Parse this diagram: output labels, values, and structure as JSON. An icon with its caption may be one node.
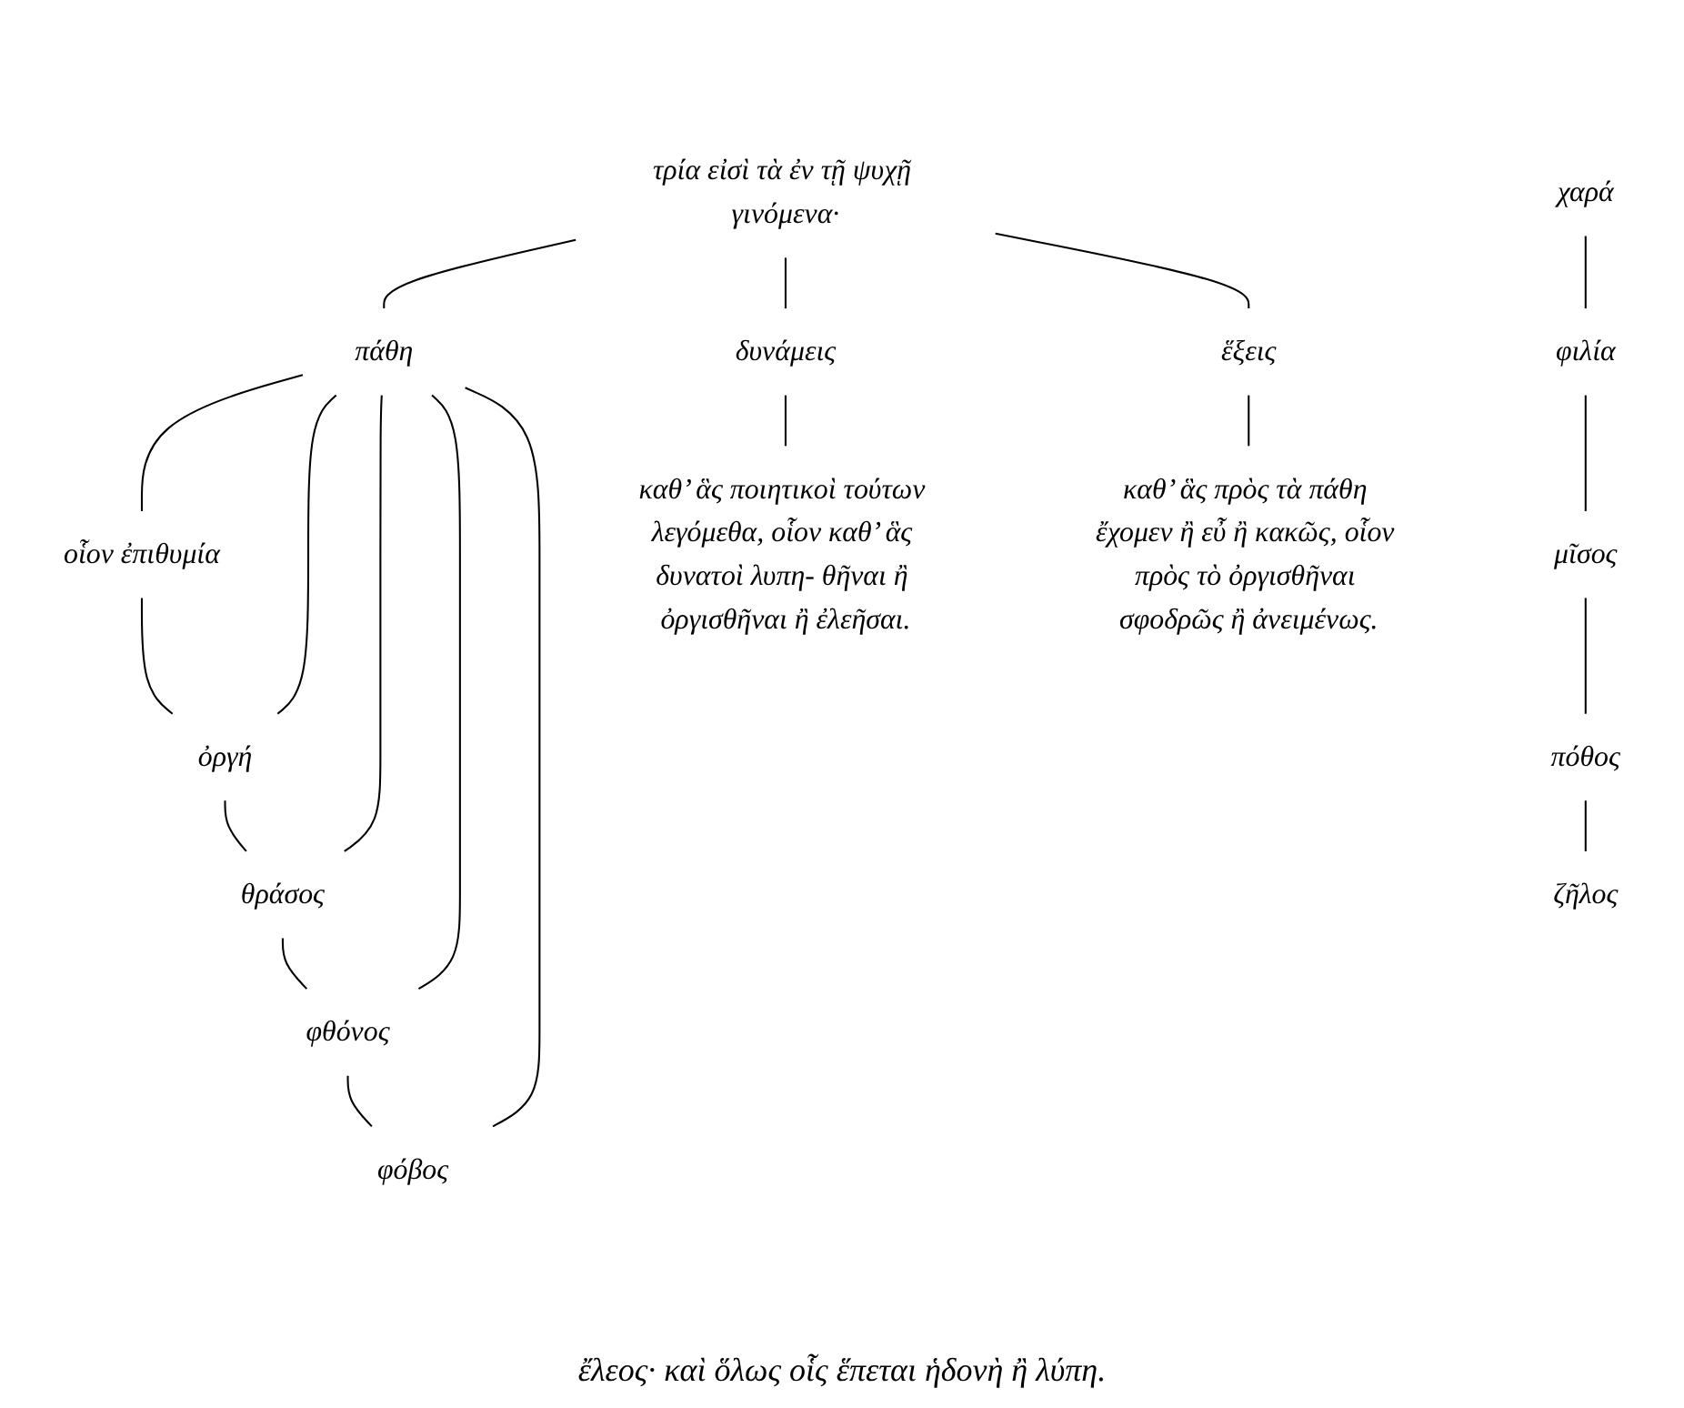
{
  "diagram": {
    "nodes": [
      {
        "text": [
          "τρία εἰσὶ τὰ ἐν τῇ ψυχῇ γινόμενα·"
        ]
      },
      {
        "text": [
          "πάθη"
        ]
      },
      {
        "text": [
          "δυνάμεις"
        ]
      },
      {
        "text": [
          "ἕξεις"
        ]
      },
      {
        "text": [
          "καθ’ ἃς ποιητικοὶ τούτων λεγόμεθα, οἷον καθ’ ἃς δυνατοὶ λυπη- θῆναι ἢ ὀργισθῆναι ἢ ἐλεῆσαι."
        ]
      },
      {
        "text": [
          "καθ’ ἃς πρὸς τὰ πάθη ἔχομεν ἢ εὖ ἢ κακῶς, οἷον πρὸς τὸ ὀργισθῆναι σφοδρῶς ἢ ἀνειμένως."
        ]
      },
      {
        "text": [
          "οἷον ἐπιθυμία"
        ]
      },
      {
        "text": [
          "ὀργή"
        ]
      },
      {
        "text": [
          "θράσος"
        ]
      },
      {
        "text": [
          "φθόνος"
        ]
      },
      {
        "text": [
          "φόβος"
        ]
      },
      {
        "text": [
          "χαρά"
        ]
      },
      {
        "text": [
          "φιλία"
        ]
      },
      {
        "text": [
          "μῖσος"
        ]
      },
      {
        "text": [
          "πόθος"
        ]
      },
      {
        "text": [
          "ζῆλος"
        ]
      }
    ],
    "edges": [
      {
        "from": 0,
        "to": 1,
        "arrow": "none"
      },
      {
        "from": 0,
        "to": 2,
        "arrow": "none"
      },
      {
        "from": 0,
        "to": 3,
        "arrow": "none"
      },
      {
        "from": 2,
        "to": 4,
        "arrow": "none"
      },
      {
        "from": 3,
        "to": 5,
        "arrow": "none"
      },
      {
        "from": 1,
        "to": 6,
        "arrow": "none"
      },
      {
        "from": 1,
        "to": 7,
        "arrow": "none"
      },
      {
        "from": 1,
        "to": 8,
        "arrow": "none"
      },
      {
        "from": 1,
        "to": 9,
        "arrow": "none"
      },
      {
        "from": 1,
        "to": 10,
        "arrow": "none"
      },
      {
        "from": 6,
        "to": 7,
        "arrow": "none"
      },
      {
        "from": 7,
        "to": 8,
        "arrow": "none"
      },
      {
        "from": 8,
        "to": 9,
        "arrow": "none"
      },
      {
        "from": 9,
        "to": 10,
        "arrow": "none"
      },
      {
        "from": 11,
        "to": 12,
        "arrow": "none"
      },
      {
        "from": 12,
        "to": 13,
        "arrow": "none"
      },
      {
        "from": 13,
        "to": 14,
        "arrow": "none"
      },
      {
        "from": 14,
        "to": 15,
        "arrow": "none"
      }
    ],
    "labels": [
      "ἔλεος· καὶ ὅλως οἷς ἕπεται ἡδονὴ ἢ λύπη."
    ]
  }
}
